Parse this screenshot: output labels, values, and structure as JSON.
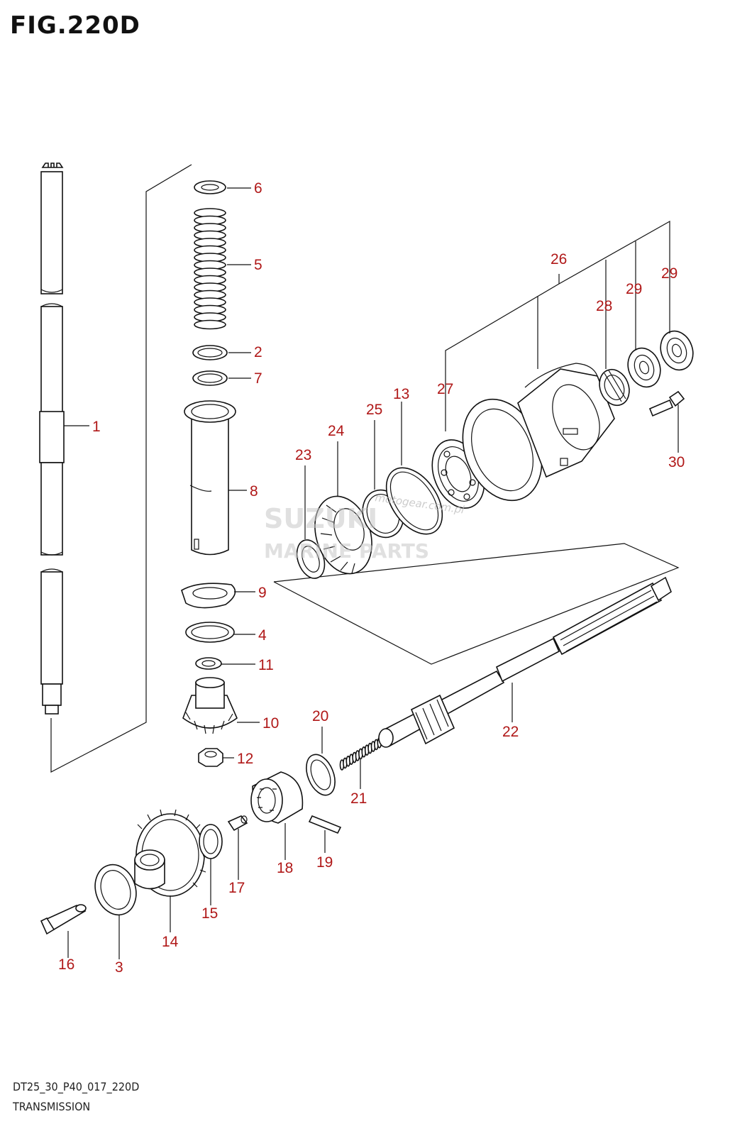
{
  "figure": {
    "title": "FIG.220D",
    "code": "DT25_30_P40_017_220D",
    "name": "TRANSMISSION"
  },
  "watermark": {
    "brand_top": "SUZUKI",
    "brand_bottom": "MARINE PARTS",
    "site": "motogear.com.pl"
  },
  "callouts": [
    "1",
    "2",
    "3",
    "4",
    "5",
    "6",
    "7",
    "8",
    "9",
    "10",
    "11",
    "12",
    "13",
    "14",
    "15",
    "16",
    "17",
    "18",
    "19",
    "20",
    "21",
    "22",
    "23",
    "24",
    "25",
    "26",
    "27",
    "28",
    "29",
    "29",
    "30"
  ]
}
